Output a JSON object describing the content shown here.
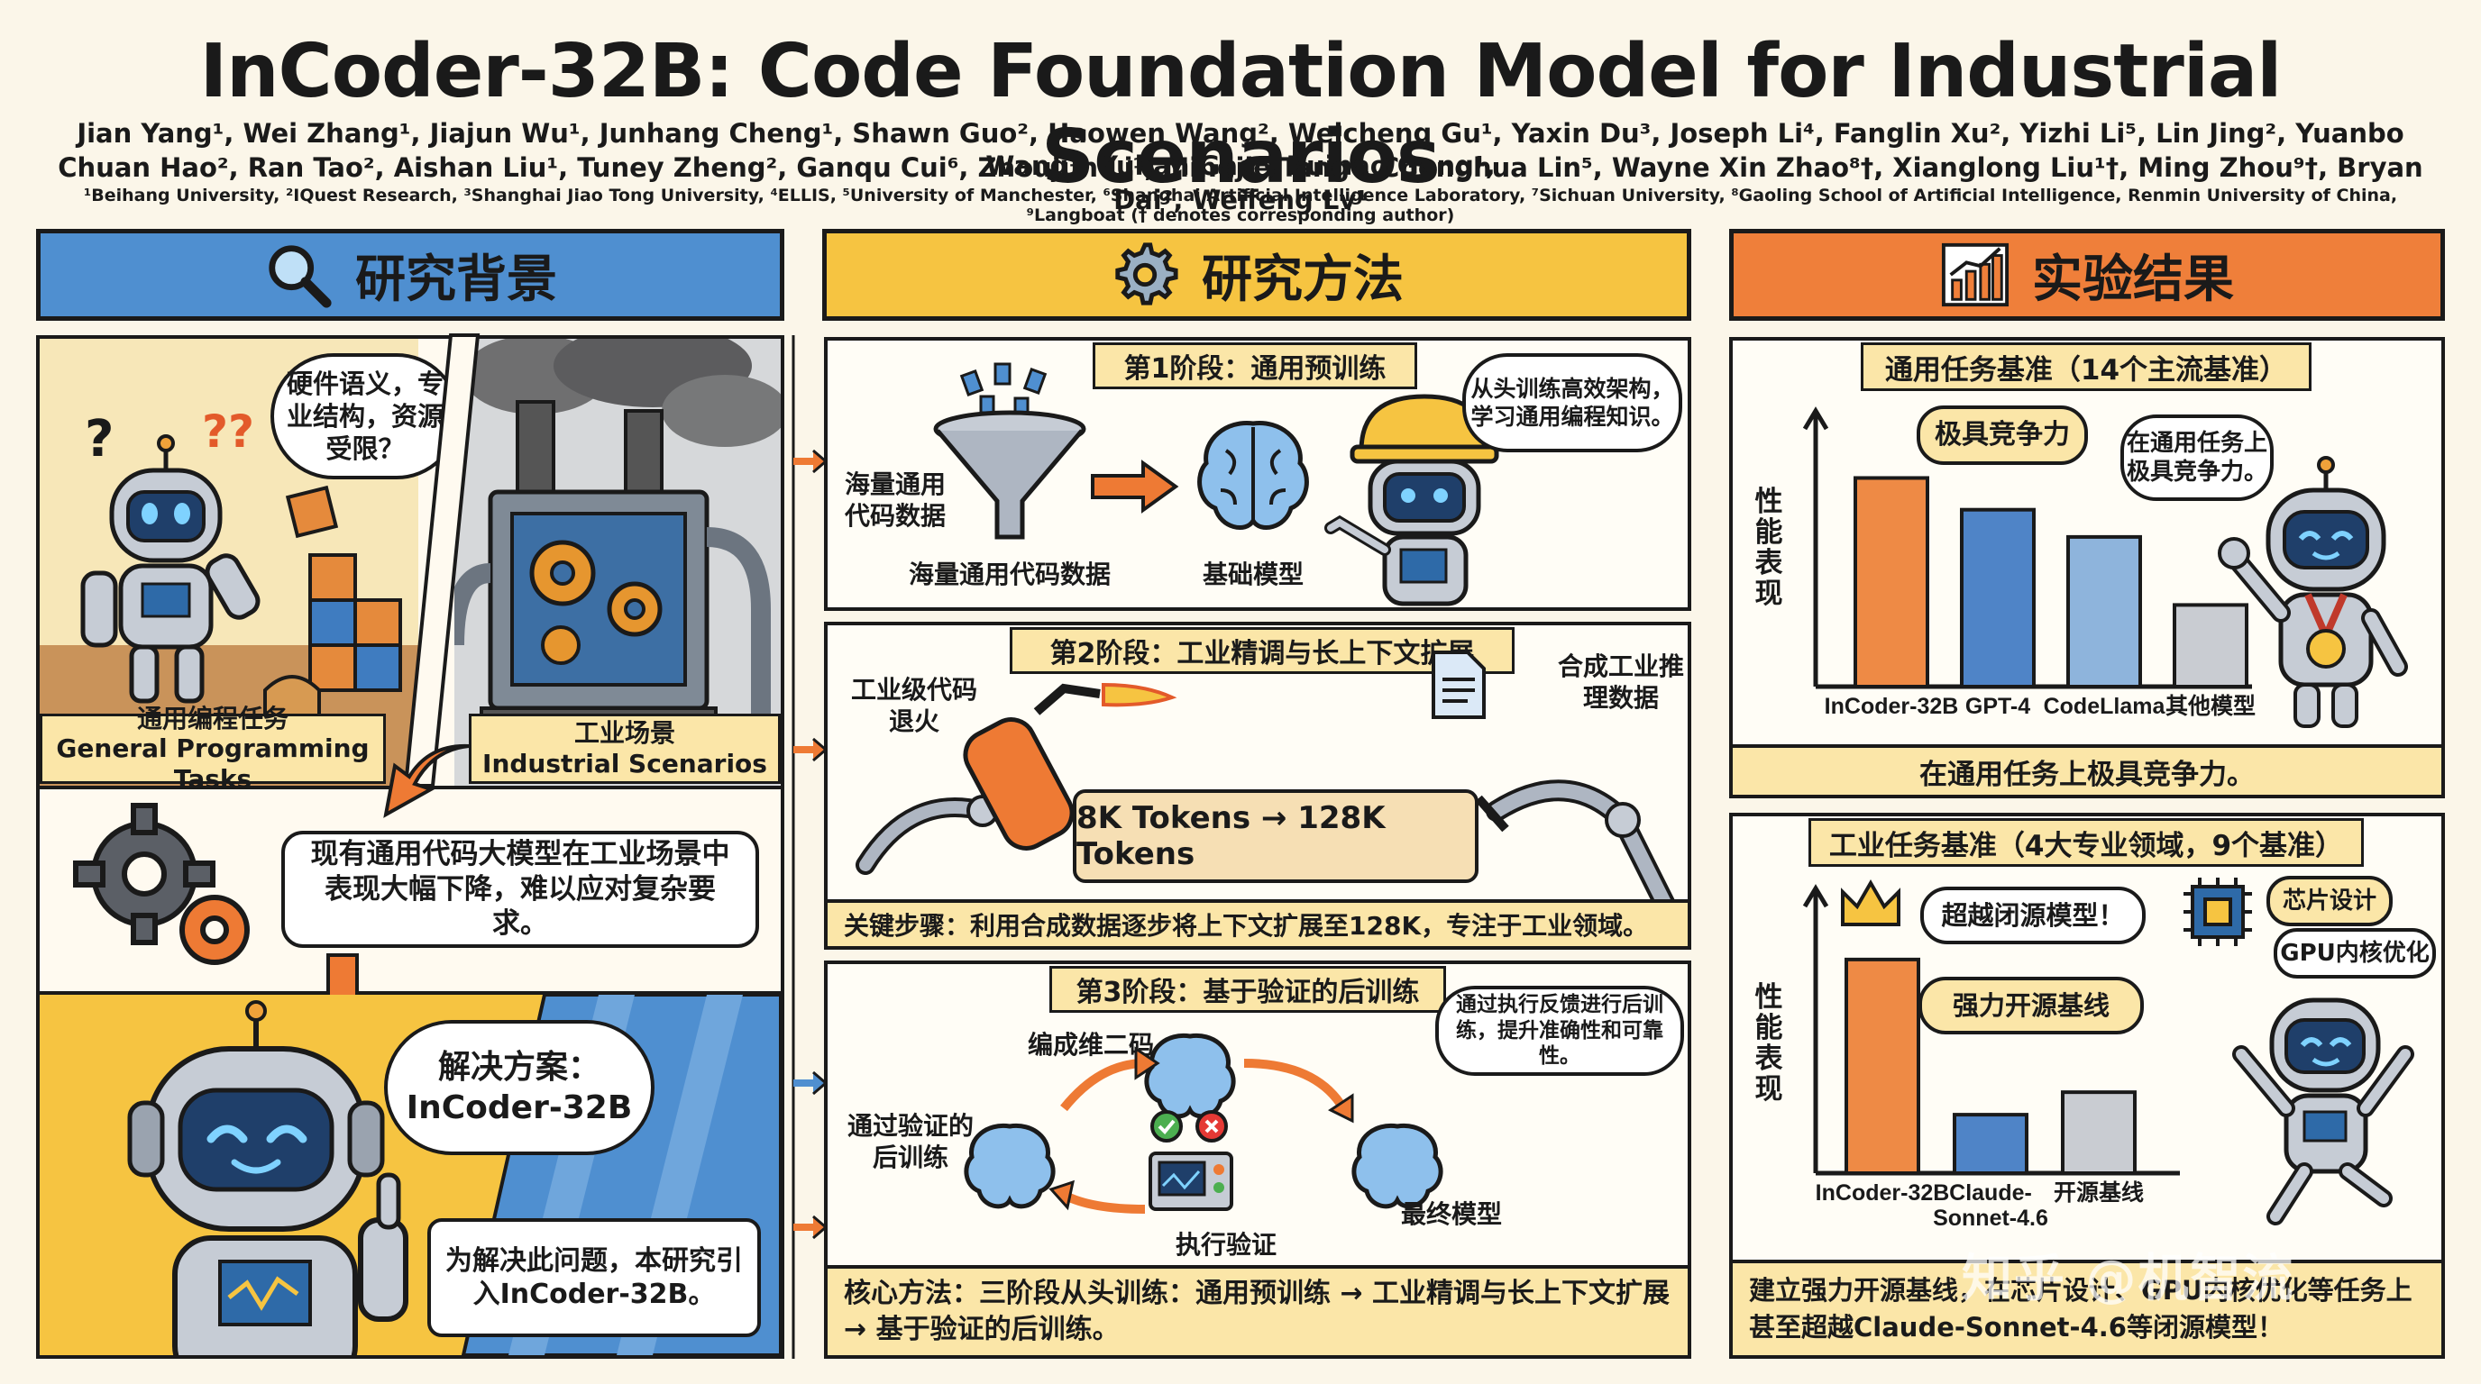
{
  "header": {
    "title": "InCoder-32B: Code Foundation Model for Industrial Scenarios",
    "authors_line1": "Jian Yang¹, Wei Zhang¹, Jiajun Wu¹, Junhang Cheng¹, Shawn Guo², Haowen Wang², Weicheng Gu¹, Yaxin Du³, Joseph Li⁴, Fanglin Xu², Yizhi Li⁵, Lin Jing², Yuanbo Wang¹, Yuhan Gao¹, Ruihao Gong¹,",
    "authors_line2": "Chuan Hao², Ran Tao², Aishan Liu¹, Tuney Zheng², Ganqu Cui⁶, Zhoujun Li¹, Mingjie Tang⁷, Chenghua Lin⁵, Wayne Xin Zhao⁸†, Xianglong Liu¹†, Ming Zhou⁹†, Bryan Dai², Weifeng Lv¹",
    "affiliations": "¹Beihang University, ²IQuest Research, ³Shanghai Jiao Tong University, ⁴ELLIS, ⁵University of Manchester, ⁶Shanghai Artificial Intelligence Laboratory, ⁷Sichuan University, ⁸Gaoling School of Artificial Intelligence, Renmin University of China, ⁹Langboat († denotes corresponding author)"
  },
  "colors": {
    "blue": "#4f8fd0",
    "yellow": "#f6c441",
    "orange": "#ef7f3a",
    "bar_orange": "#ee8a45",
    "bar_blue": "#4f84c7",
    "bar_lightblue": "#8eb4dc",
    "bar_gray": "#c9ccd2"
  },
  "background": {
    "heading": "研究背景",
    "icon": "magnifier-icon",
    "general_label_cn": "通用编程任务",
    "general_label_en": "General Programming Tasks",
    "industrial_label_cn": "工业场景",
    "industrial_label_en": "Industrial Scenarios",
    "question_bubble": "硬件语义，专业结构，资源受限？",
    "problem_text": "现有通用代码大模型在工业场景中表现大幅下降，难以应对复杂要求。",
    "solution_bubble_line1": "解决方案：",
    "solution_bubble_line2": "InCoder-32B",
    "intro_text": "为解决此问题，本研究引入InCoder-32B。"
  },
  "method": {
    "heading": "研究方法",
    "icon": "gear-icon",
    "stage1": {
      "title": "第1阶段：通用预训练",
      "data_label": "海量通用代码数据",
      "data_label_bottom": "海量通用代码数据",
      "model_label": "基础模型",
      "bubble": "从头训练高效架构，学习通用编程知识。"
    },
    "stage2": {
      "title": "第2阶段：工业精调与长上下文扩展",
      "anneal_label": "工业级代码退火",
      "synthetic_label": "合成工业推理数据",
      "scroll_text": "8K Tokens → 128K Tokens",
      "key_step": "关键步骤：利用合成数据逐步将上下文扩展至128K，专注于工业领域。"
    },
    "stage3": {
      "title": "第3阶段：基于验证的后训练",
      "compile_label": "编成维二码",
      "verified_label": "通过验证的后训练",
      "exec_label": "执行验证",
      "final_label": "最终模型",
      "bubble": "通过执行反馈进行后训练，提升准确性和可靠性。"
    },
    "core": "核心方法：三阶段从头训练：通用预训练 → 工业精调与长上下文扩展 → 基于验证的后训练。"
  },
  "results": {
    "heading": "实验结果",
    "icon": "bar-chart-icon",
    "general_caption": "在通用任务上极具竞争力。",
    "industrial_caption": "建立强力开源基线，在芯片设计、GPU内核优化等任务上甚至超越Claude-Sonnet-4.6等闭源模型！",
    "watermark": "知乎 @机智流"
  },
  "chart_data": [
    {
      "type": "bar",
      "title": "通用任务基准（14个主流基准）",
      "ylabel": "性能表现",
      "categories": [
        "InCoder-32B",
        "GPT-4",
        "CodeLlama",
        "其他模型"
      ],
      "values": [
        0.92,
        0.78,
        0.66,
        0.36
      ],
      "ylim": [
        0,
        1.2
      ],
      "annotations": [
        "极具竞争力",
        "在通用任务上极具竞争力。"
      ]
    },
    {
      "type": "bar",
      "title": "工业任务基准（4大专业领域，9个基准）",
      "ylabel": "性能表现",
      "categories": [
        "InCoder-32B",
        "Claude-Sonnet-4.6",
        "开源基线"
      ],
      "values": [
        0.95,
        0.26,
        0.36
      ],
      "ylim": [
        0,
        1.25
      ],
      "annotations": [
        "超越闭源模型！",
        "强力开源基线",
        "芯片设计",
        "GPU内核优化"
      ]
    }
  ]
}
